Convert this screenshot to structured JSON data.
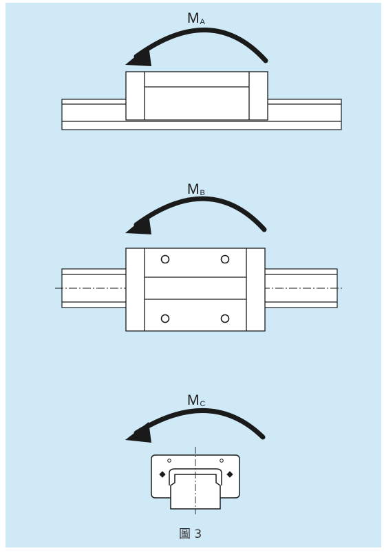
{
  "figure": {
    "moment_a": {
      "main": "M",
      "sub": "A"
    },
    "moment_b": {
      "main": "M",
      "sub": "B"
    },
    "moment_c": {
      "main": "M",
      "sub": "C"
    },
    "caption": "圖 3"
  },
  "colors": {
    "background": "#cfe9f7",
    "line": "#1a1a1a",
    "arrow": "#1a1a1a",
    "part_fill": "#ffffff"
  },
  "icons": {
    "moment_arrow": "curved-arrow-counterclockwise"
  }
}
